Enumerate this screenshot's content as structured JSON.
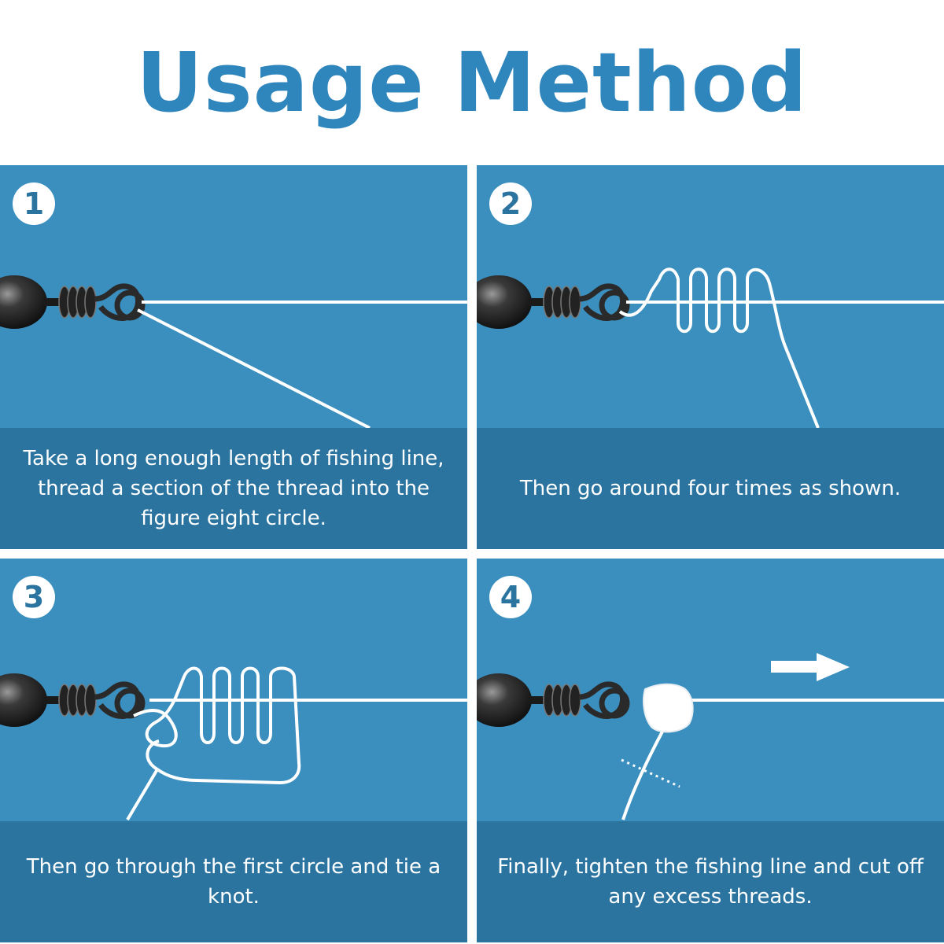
{
  "title": "Usage Method",
  "colors": {
    "title": "#2f86bd",
    "panel_background": "#3a8fbf",
    "caption_background": "#2b74a0",
    "line": "#ffffff"
  },
  "steps": [
    {
      "number": "1",
      "text": "Take a long enough length of fishing line, thread a section of the thread into the figure eight circle.",
      "illustration": "swivel-line-through-eye"
    },
    {
      "number": "2",
      "text": "Then go around four times as shown.",
      "illustration": "line-wrapped-four-times"
    },
    {
      "number": "3",
      "text": "Then go through the first circle and tie a knot.",
      "illustration": "line-through-first-loop"
    },
    {
      "number": "4",
      "text": "Finally, tighten the fishing line and cut off any excess threads.",
      "illustration": "tightened-knot-cut-arrow-icon"
    }
  ]
}
